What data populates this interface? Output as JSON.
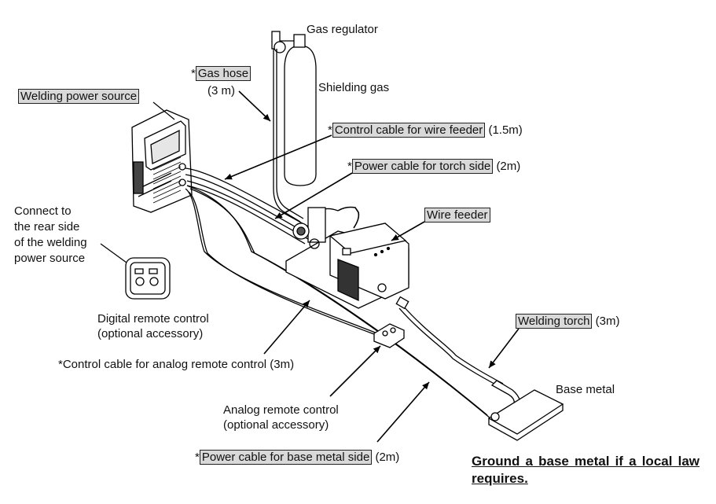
{
  "labels": {
    "gas_regulator": "Gas regulator",
    "gas_hose_star": "*",
    "gas_hose": "Gas hose",
    "gas_hose_len": "(3 m)",
    "shielding_gas": "Shielding gas",
    "welding_power_source": "Welding power source",
    "control_cable_star": "*",
    "control_cable_wire_feeder": "Control cable for wire feeder",
    "control_cable_wire_feeder_len": "(1.5m)",
    "power_cable_torch_star": "*",
    "power_cable_torch": "Power cable for torch side",
    "power_cable_torch_len": "(2m)",
    "connect_rear_1": "Connect to",
    "connect_rear_2": "the rear side",
    "connect_rear_3": "of the welding",
    "connect_rear_4": "power source",
    "wire_feeder": "Wire feeder",
    "digital_remote_1": "Digital remote control",
    "digital_remote_2": "(optional accessory)",
    "welding_torch": "Welding torch",
    "welding_torch_len": "(3m)",
    "control_cable_analog": "*Control cable for analog remote control (3m)",
    "base_metal": "Base metal",
    "analog_remote_1": "Analog remote control",
    "analog_remote_2": "(optional accessory)",
    "power_cable_base_star": "*",
    "power_cable_base": "Power cable for base metal side",
    "power_cable_base_len": "(2m)"
  },
  "note": "Ground a base metal if a local law requires."
}
